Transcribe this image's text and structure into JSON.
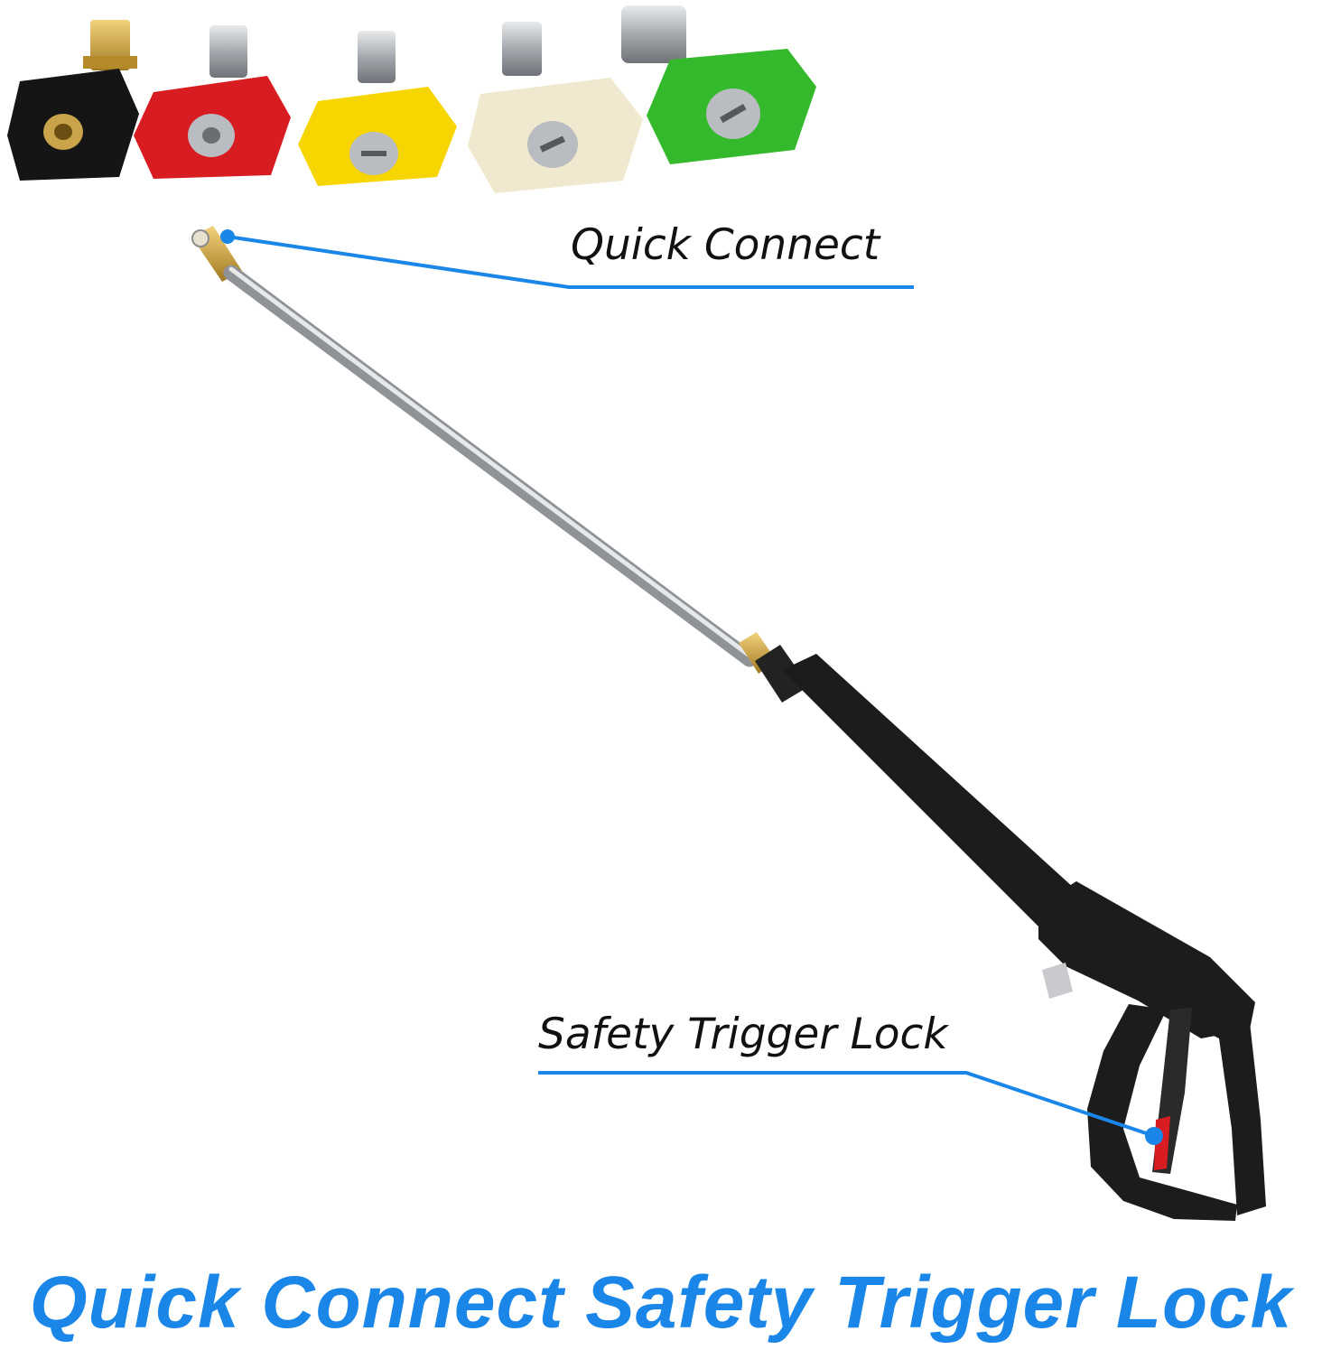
{
  "callouts": {
    "quick_connect": "Quick Connect",
    "safety_trigger_lock": "Safety Trigger Lock"
  },
  "caption": "Quick Connect Safety Trigger Lock",
  "nozzles": [
    {
      "color": "#151515",
      "name": "black-nozzle"
    },
    {
      "color": "#d81d22",
      "name": "red-nozzle"
    },
    {
      "color": "#f7d500",
      "name": "yellow-nozzle"
    },
    {
      "color": "#f1e9cf",
      "name": "white-nozzle"
    },
    {
      "color": "#35b92c",
      "name": "green-nozzle"
    }
  ],
  "colors": {
    "accent": "#1a86e8",
    "callout_line": "#1a86e8",
    "gun_body": "#1c1c1c",
    "safety_lever": "#d81d22",
    "brass": "#c9a44a",
    "steel": "#b9bcc0"
  }
}
